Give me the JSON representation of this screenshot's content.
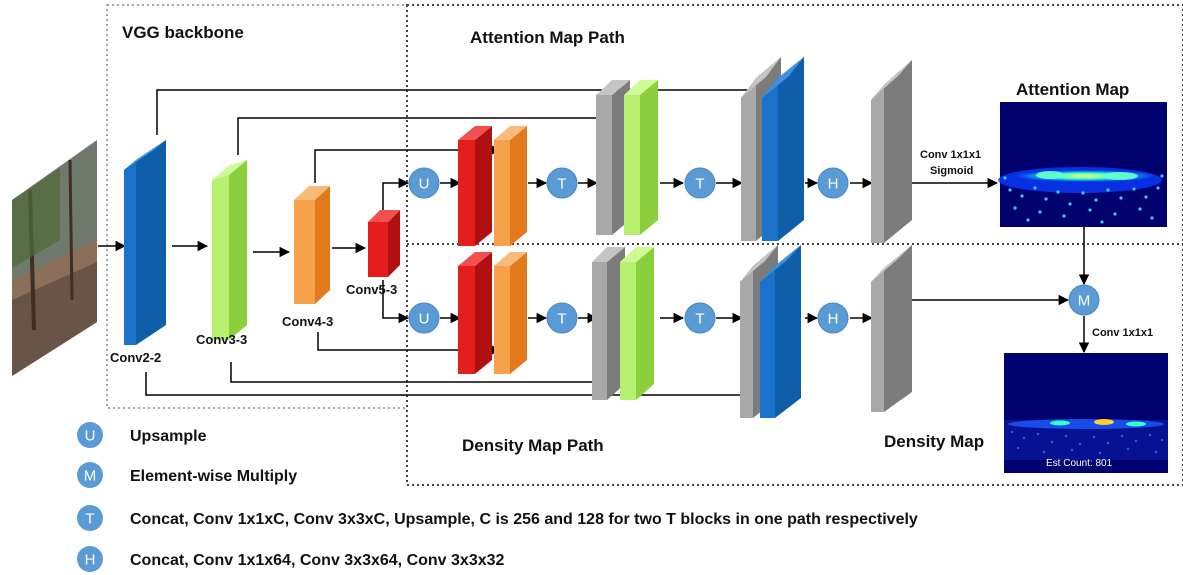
{
  "sections": {
    "vgg": "VGG backbone",
    "attention_path": "Attention Map Path",
    "density_path": "Density Map Path"
  },
  "layers": {
    "conv2": "Conv2-2",
    "conv3": "Conv3-3",
    "conv4": "Conv4-3",
    "conv5": "Conv5-3"
  },
  "outputs": {
    "attention_map": "Attention Map",
    "density_map": "Density Map",
    "est_count": "Est Count: 801",
    "attn_conv": "Conv 1x1x1",
    "attn_act": "Sigmoid",
    "dens_conv": "Conv 1x1x1"
  },
  "ops": {
    "U": "U",
    "T": "T",
    "H": "H",
    "M": "M"
  },
  "legend": [
    {
      "symbol": "U",
      "text": "Upsample"
    },
    {
      "symbol": "M",
      "text": "Element-wise Multiply"
    },
    {
      "symbol": "T",
      "text": "Concat, Conv 1x1xC, Conv 3x3xC, Upsample, C is 256 and 128 for two T blocks in one path respectively"
    },
    {
      "symbol": "H",
      "text": "Concat, Conv 1x1x64, Conv 3x3x64, Conv 3x3x32"
    }
  ],
  "colors": {
    "blue": "#1a73c9",
    "green": "#a6e35a",
    "orange": "#f4952f",
    "red": "#e41d1d",
    "gray": "#9e9e9e",
    "op_circle": "#5b9bd5",
    "map_bg": "#00006e"
  }
}
